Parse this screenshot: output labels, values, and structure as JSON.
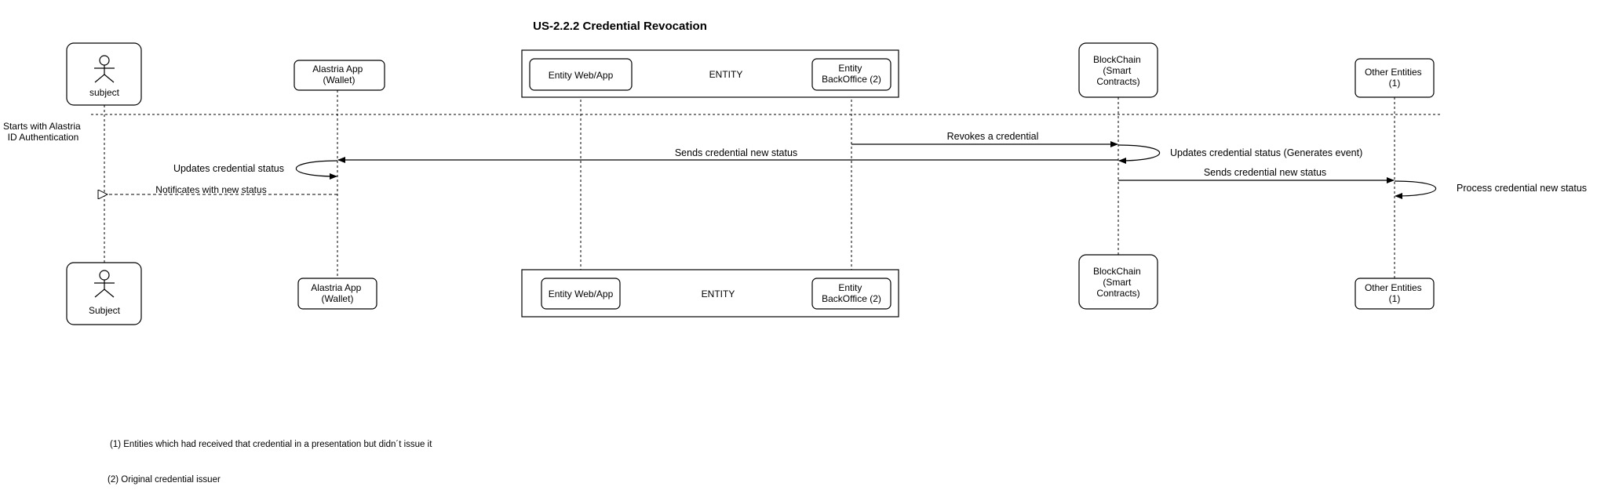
{
  "title": "US-2.2.2 Credential Revocation",
  "participants": {
    "subject_top": "subject",
    "subject_bottom": "Subject",
    "wallet": [
      "Alastria App",
      "(Wallet)"
    ],
    "entity_group": "ENTITY",
    "entity_webapp": "Entity Web/App",
    "entity_backoffice": [
      "Entity",
      "BackOffice (2)"
    ],
    "blockchain": [
      "BlockChain",
      "(Smart",
      "Contracts)"
    ],
    "other_entities": [
      "Other Entities",
      "(1)"
    ]
  },
  "separator_note": [
    "Starts with Alastria",
    "ID Authentication"
  ],
  "messages": {
    "revokes": "Revokes a credential",
    "updates_blockchain": "Updates credential status (Generates event)",
    "sends_to_wallet": "Sends credential new status",
    "updates_wallet": "Updates credential status",
    "notificates": "Notificates with new status",
    "sends_to_others": "Sends credential new status",
    "process": "Process credential new status"
  },
  "footnotes": {
    "note1": "(1) Entities which had received that credential in a presentation but didn´t issue it",
    "note2": "(2) Original credential issuer"
  }
}
